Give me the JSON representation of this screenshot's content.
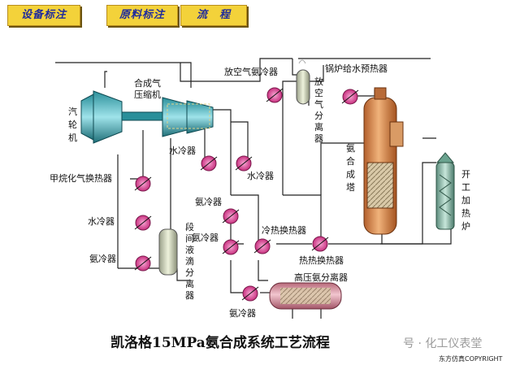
{
  "tabs": [
    "设备标注",
    "原料标注",
    "流　程"
  ],
  "labels": {
    "turbine": [
      "汽",
      "轮",
      "机"
    ],
    "compressor": [
      "合成气",
      "压缩机"
    ],
    "vent_cooler": "放空气氨冷器",
    "vent_separator": [
      "放",
      "空",
      "气",
      "分",
      "离",
      "器"
    ],
    "boiler_preheater": "锅炉给水预热器",
    "water_cooler_1": "水冷器",
    "water_cooler_2": "水冷器",
    "methanation_exchanger": "甲烷化气换热器",
    "water_cooler_3": "水冷器",
    "ammonia_cooler_left": "氨冷器",
    "stage_separator": [
      "段",
      "间",
      "液",
      "滴",
      "分",
      "离",
      "器"
    ],
    "ammonia_cooler_1": "氨冷器",
    "ammonia_cooler_2": "氨冷器",
    "cold_hot_exchanger": "冷热换热器",
    "hot_hot_exchanger": "热热换热器",
    "hp_separator": "高压氨分离器",
    "ammonia_cooler_3": "氨冷器",
    "synthesis_tower": [
      "氨",
      "合",
      "成",
      "塔"
    ],
    "startup_heater": [
      "开",
      "工",
      "加",
      "热",
      "炉"
    ]
  },
  "title": "凯洛格15MPa氨合成系统工艺流程",
  "watermark": "号 · 化工仪表堂",
  "copyright": "东方仿真COPYRIGHT",
  "colors": {
    "tab": "#f3d23a",
    "tab_text": "#1f2b9c",
    "cooler": "#d23b8f",
    "tower": "#d88a4a"
  }
}
